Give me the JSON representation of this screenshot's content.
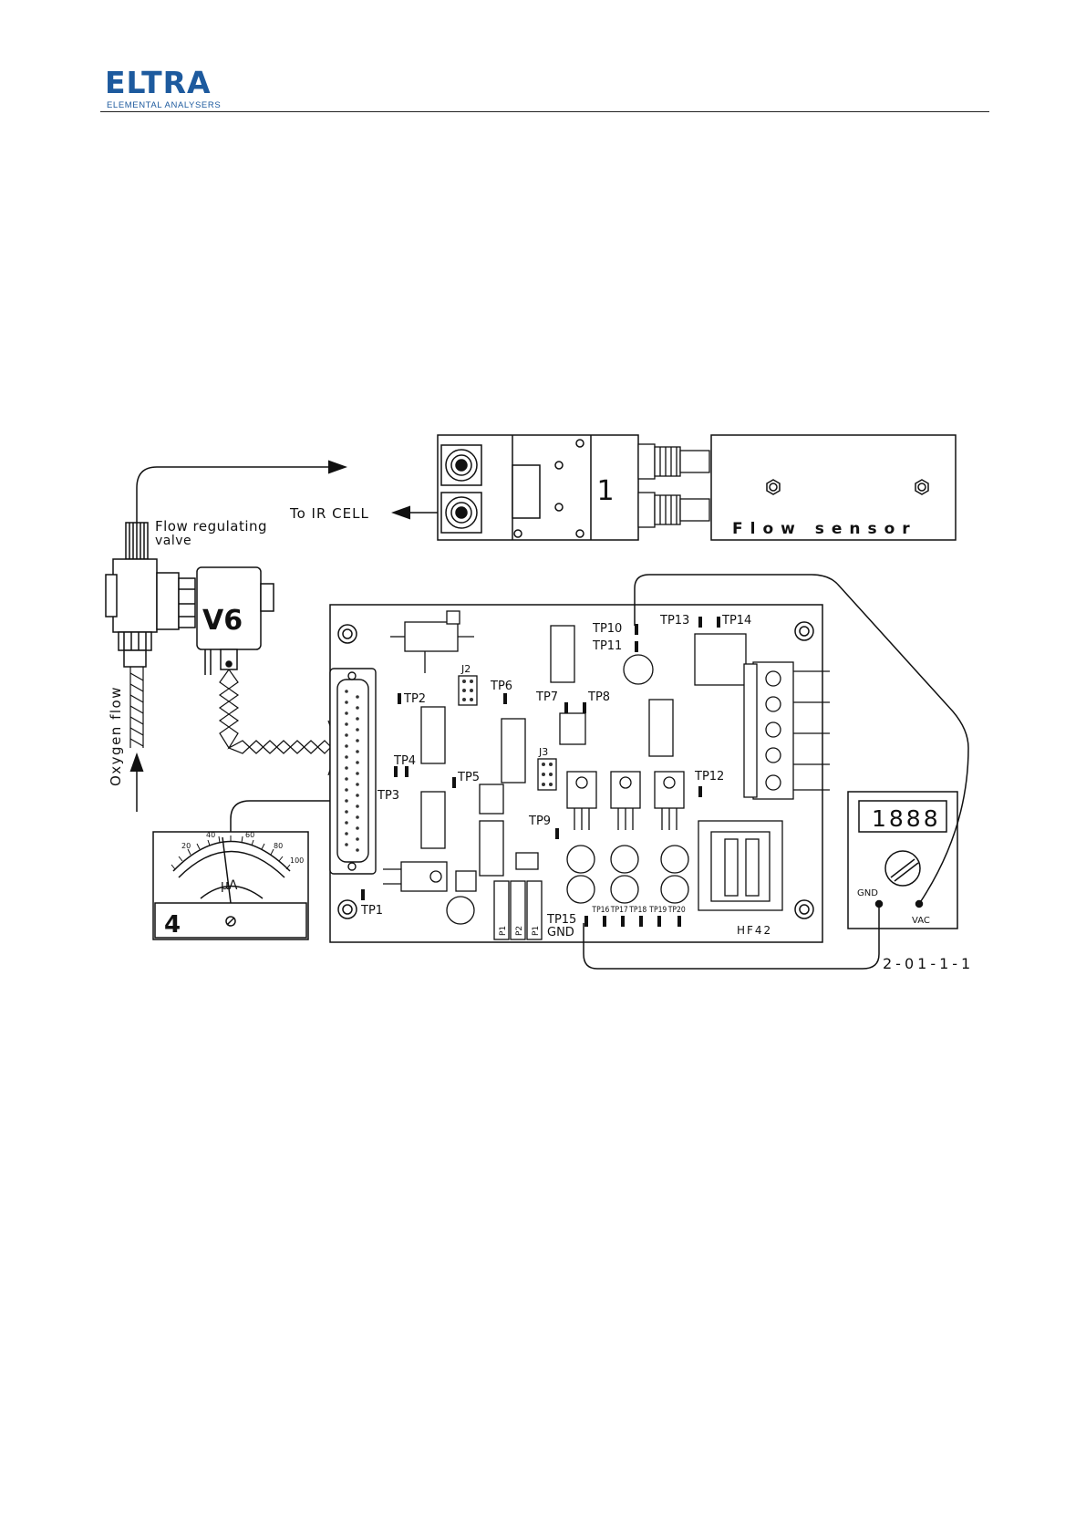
{
  "header": {
    "logo_text": "ELTRA",
    "logo_subtitle": "ELEMENTAL ANALYSERS"
  },
  "diagram": {
    "figure_id": "2-01-1-1",
    "gas_labels": {
      "to_ir_cell": "To IR CELL",
      "flow_regulating_valve_line1": "Flow regulating",
      "flow_regulating_valve_line2": "valve",
      "oxygen_flow": "Oxygen flow",
      "flow_sensor": "Flow sensor",
      "block_number": "1",
      "valve": "V6"
    },
    "meter": {
      "unit": "µA",
      "number": "4",
      "scale": [
        "20",
        "40",
        "60",
        "80",
        "100"
      ]
    },
    "multimeter": {
      "display": "1888",
      "gnd": "GND",
      "vac": "VAC"
    },
    "pcb": {
      "board_name": "HF42",
      "test_points": {
        "tp1": "TP1",
        "tp2": "TP2",
        "tp3": "TP3",
        "tp4": "TP4",
        "tp5": "TP5",
        "tp6": "TP6",
        "tp7": "TP7",
        "tp8": "TP8",
        "tp9": "TP9",
        "tp10": "TP10",
        "tp11": "TP11",
        "tp12": "TP12",
        "tp13": "TP13",
        "tp14": "TP14",
        "tp15": "TP15",
        "tp16": "TP16",
        "tp17": "TP17",
        "tp18": "TP18",
        "tp19": "TP19",
        "tp20": "TP20"
      },
      "gnd": "GND",
      "jumpers": {
        "j2": "J2",
        "j3": "J3"
      },
      "pots": {
        "p1": "P1",
        "p2": "P2",
        "p3": "P1"
      }
    }
  }
}
